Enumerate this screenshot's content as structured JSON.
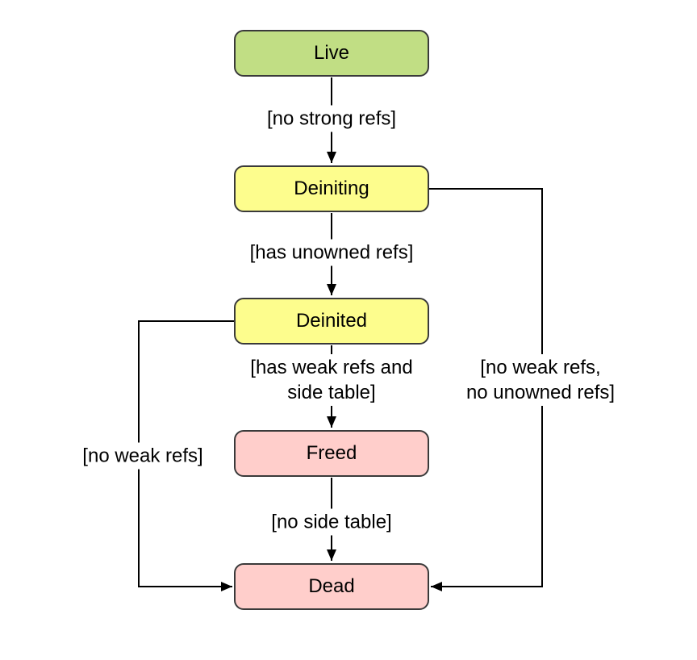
{
  "diagram_type": "state-flowchart",
  "colors": {
    "canvas_bg": "#ffffff",
    "node_border": "#3a3a3a",
    "line": "#000000",
    "text": "#000000",
    "state_green": "#c1de84",
    "state_yellow": "#fdfd8d",
    "state_pink": "#ffcecb"
  },
  "nodes": {
    "live": {
      "label": "Live",
      "fill": "#c1de84"
    },
    "deiniting": {
      "label": "Deiniting",
      "fill": "#fdfd8d"
    },
    "deinited": {
      "label": "Deinited",
      "fill": "#fdfd8d"
    },
    "freed": {
      "label": "Freed",
      "fill": "#ffcecb"
    },
    "dead": {
      "label": "Dead",
      "fill": "#ffcecb"
    }
  },
  "edges": {
    "live_to_deiniting": {
      "from": "Live",
      "to": "Deiniting",
      "label": "[no strong refs]"
    },
    "deiniting_to_deinited": {
      "from": "Deiniting",
      "to": "Deinited",
      "label": "[has unowned refs]"
    },
    "deinited_to_freed": {
      "from": "Deinited",
      "to": "Freed",
      "lines": [
        "[has weak refs and",
        "side table]"
      ]
    },
    "freed_to_dead": {
      "from": "Freed",
      "to": "Dead",
      "label": "[no side table]"
    },
    "deinited_to_dead": {
      "from": "Deinited",
      "to": "Dead",
      "label": "[no weak refs]"
    },
    "deiniting_to_dead": {
      "from": "Deiniting",
      "to": "Dead",
      "lines": [
        "[no weak refs,",
        "no unowned refs]"
      ]
    }
  }
}
